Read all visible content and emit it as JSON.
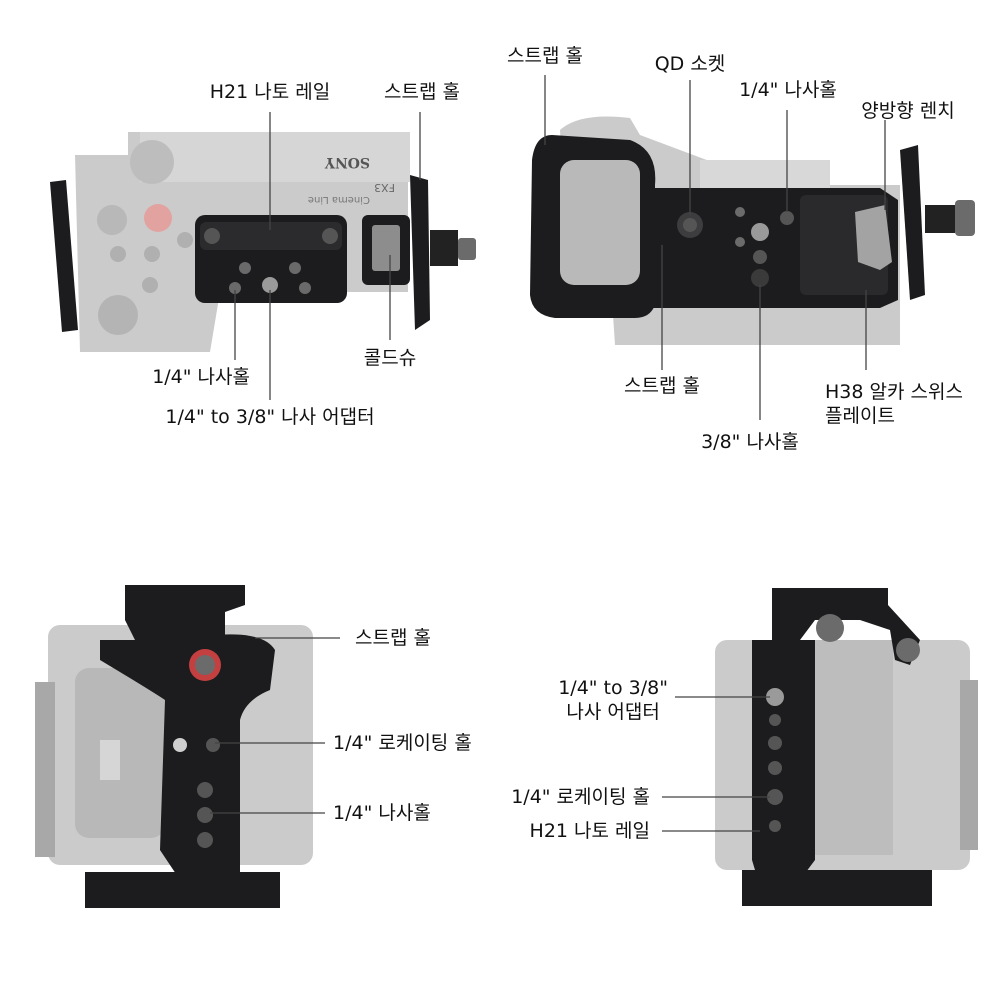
{
  "labels": {
    "top_view": {
      "rail": "H21 나토 레일",
      "strap_hole": "스트랩 홀",
      "screw_hole": "1/4\" 나사홀",
      "adapter": "1/4\" to 3/8\" 나사 어댑터",
      "cold_shoe": "콜드슈"
    },
    "bottom_view": {
      "strap_hole_top": "스트랩 홀",
      "qd_socket": "QD 소켓",
      "screw_hole_14": "1/4\" 나사홀",
      "wrench": "양방향 렌치",
      "strap_hole_bottom": "스트랩 홀",
      "arca_plate": "H38 알카 스위스\n플레이트",
      "screw_hole_38": "3/8\" 나사홀"
    },
    "left_side": {
      "strap_hole": "스트랩 홀",
      "locating_hole": "1/4\" 로케이팅 홀",
      "screw_hole": "1/4\" 나사홀"
    },
    "right_side": {
      "adapter": "1/4\" to 3/8\"\n나사 어댑터",
      "locating_hole": "1/4\" 로케이팅 홀",
      "rail": "H21 나토 레일"
    }
  },
  "camera_printed_text": {
    "brand": "SONY",
    "model": "FX3",
    "line": "Cinema Line"
  },
  "icons": [
    "camera-top-view",
    "camera-bottom-view",
    "camera-left-side-view",
    "camera-right-side-view"
  ],
  "colors": {
    "cage": "#1c1c1e",
    "cage_highlight": "#3a3a3d",
    "camera_body": "#c9c9c9",
    "camera_shade": "#b3b3b3",
    "leader": "#444444",
    "accent_red": "#d0302a"
  }
}
